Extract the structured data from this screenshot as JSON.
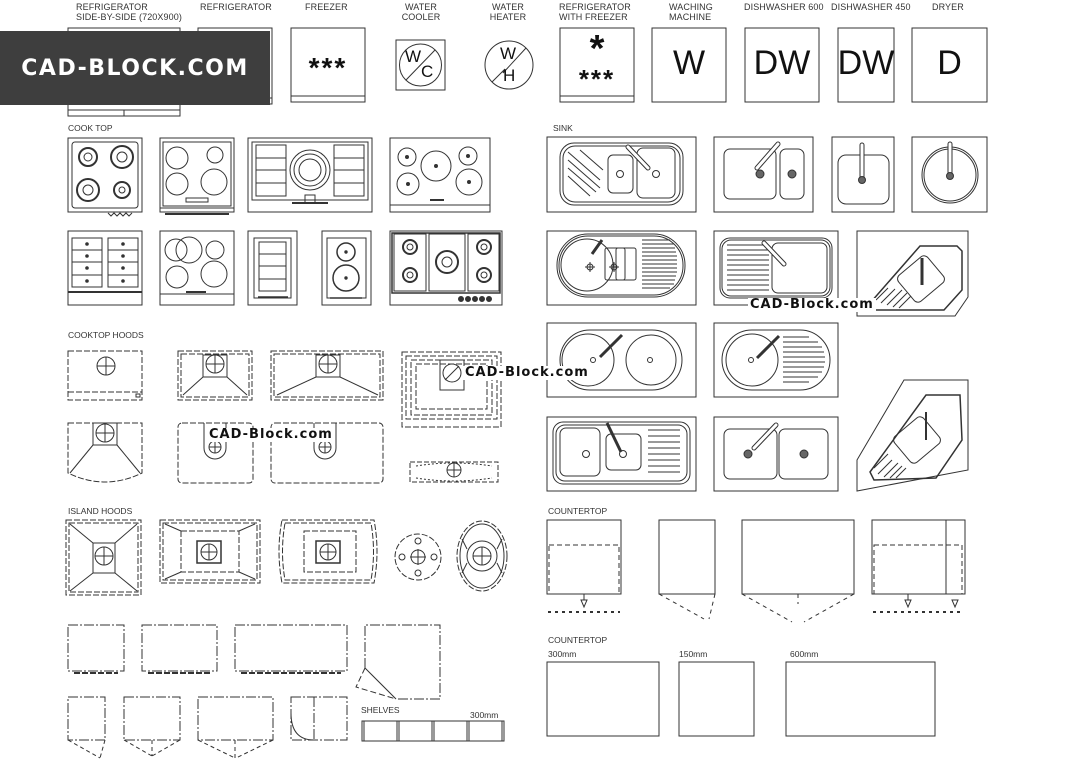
{
  "top_labels": {
    "refrigerator_sbs_line1": "REFRIGERATOR",
    "refrigerator_sbs_line2": "SIDE-BY-SIDE (720X900)",
    "refrigerator": "REFRIGERATOR",
    "freezer": "FREEZER",
    "water_cooler_line1": "WATER",
    "water_cooler_line2": "COOLER",
    "water_heater_line1": "WATER",
    "water_heater_line2": "HEATER",
    "ref_freezer_line1": "REFRIGERATOR",
    "ref_freezer_line2": "WITH  FREEZER",
    "washing_line1": "WACHING",
    "washing_line2": "MACHINE",
    "dishwasher600": "DISHWASHER 600",
    "dishwasher450": "DISHWASHER 450",
    "dryer": "DRYER"
  },
  "symbols": {
    "freezer": "***",
    "ref_freezer_top": "*",
    "ref_freezer_bottom": "***",
    "washing": "W",
    "dishwasher600": "DW",
    "dishwasher450": "DW",
    "dryer": "D",
    "wc_w": "W",
    "wc_c": "C",
    "wh_w": "W",
    "wh_h": "H"
  },
  "sections": {
    "cook_top": "COOK TOP",
    "sink": "SINK",
    "cooktop_hoods": "COOKTOP HOODS",
    "island_hoods": "ISLAND HOODS",
    "countertop1": "COUNTERTOP",
    "countertop2": "COUNTERTOP",
    "shelves": "SHELVES"
  },
  "dimensions": {
    "ct_300": "300mm",
    "ct_150": "150mm",
    "ct_600": "600mm",
    "shelves_300": "300mm"
  },
  "watermarks": {
    "banner": "CAD-BLOCK.COM",
    "wm1": "CAD-Block.com",
    "wm2": "CAD-Block.com",
    "wm3": "CAD-Block.com"
  },
  "colors": {
    "banner_bg": "#3e3e3e",
    "line": "#333333"
  }
}
